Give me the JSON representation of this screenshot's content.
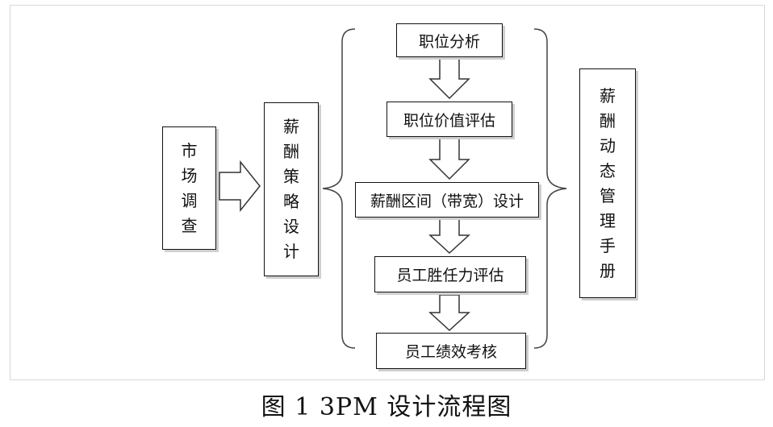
{
  "left_boxes": {
    "market_survey": [
      "市",
      "场",
      "调",
      "查"
    ],
    "salary_strategy": [
      "薪",
      "酬",
      "策",
      "略",
      "设",
      "计"
    ]
  },
  "steps": [
    "职位分析",
    "职位价值评估",
    "薪酬区间（带宽）设计",
    "员工胜任力评估",
    "员工绩效考核"
  ],
  "right_box": [
    "薪",
    "酬",
    "动",
    "态",
    "管",
    "理",
    "手",
    "册"
  ],
  "caption": "图 1 3PM 设计流程图"
}
